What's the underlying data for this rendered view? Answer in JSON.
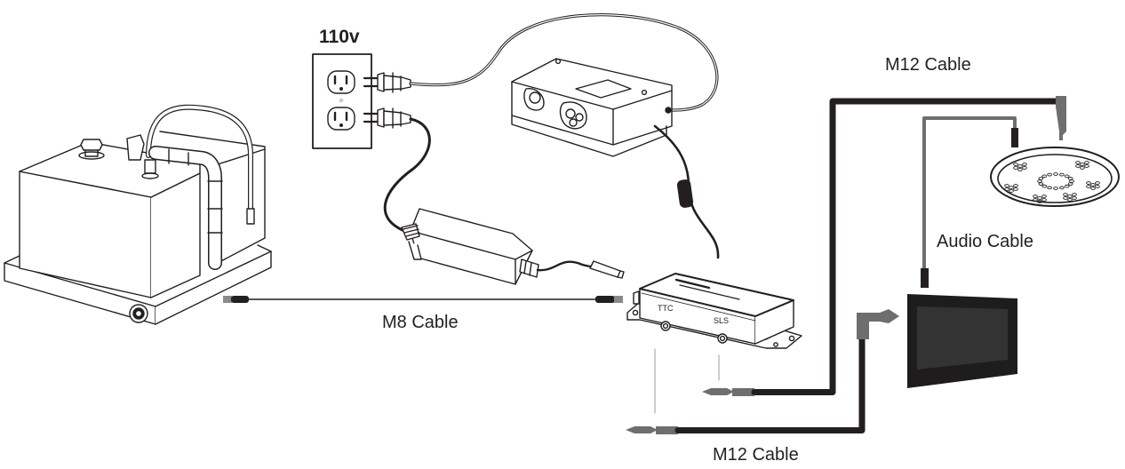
{
  "diagram": {
    "title": "Steam generator control wiring diagram",
    "labels": {
      "voltage": "110v",
      "m8_cable": "M8 Cable",
      "m12_cable_top": "M12 Cable",
      "m12_cable_bottom": "M12 Cable",
      "audio_cable": "Audio Cable",
      "port_ttc": "TTC",
      "port_sls": "SLS"
    },
    "components": [
      {
        "id": "steam-generator",
        "name": "Steam Generator"
      },
      {
        "id": "wall-outlet",
        "name": "110v Wall Outlet"
      },
      {
        "id": "power-adapter",
        "name": "Power Supply"
      },
      {
        "id": "junction-box",
        "name": "Receptacle Box"
      },
      {
        "id": "control-module",
        "name": "Control Module",
        "ports": [
          "TTC",
          "SLS"
        ]
      },
      {
        "id": "speaker",
        "name": "Ceiling Speaker"
      },
      {
        "id": "control-panel",
        "name": "Touch Control Panel"
      }
    ],
    "connections": [
      {
        "from": "steam-generator",
        "to": "control-module",
        "cable": "M8 Cable"
      },
      {
        "from": "control-module:TTC",
        "to": "control-panel",
        "cable": "M12 Cable"
      },
      {
        "from": "control-module:SLS",
        "to": "speaker",
        "cable": "M12 Cable"
      },
      {
        "from": "control-panel",
        "to": "speaker",
        "cable": "Audio Cable"
      },
      {
        "from": "wall-outlet",
        "to": "power-adapter",
        "cable": "power cord"
      },
      {
        "from": "wall-outlet",
        "to": "junction-box",
        "cable": "power cord"
      }
    ],
    "colors": {
      "line": "#231f20",
      "cable_dark": "#231f20",
      "cable_gray": "#6d6e70",
      "connector_gray": "#7a7b7d",
      "screen_bezel": "#1e1c1d",
      "screen_face": "#333333"
    }
  }
}
